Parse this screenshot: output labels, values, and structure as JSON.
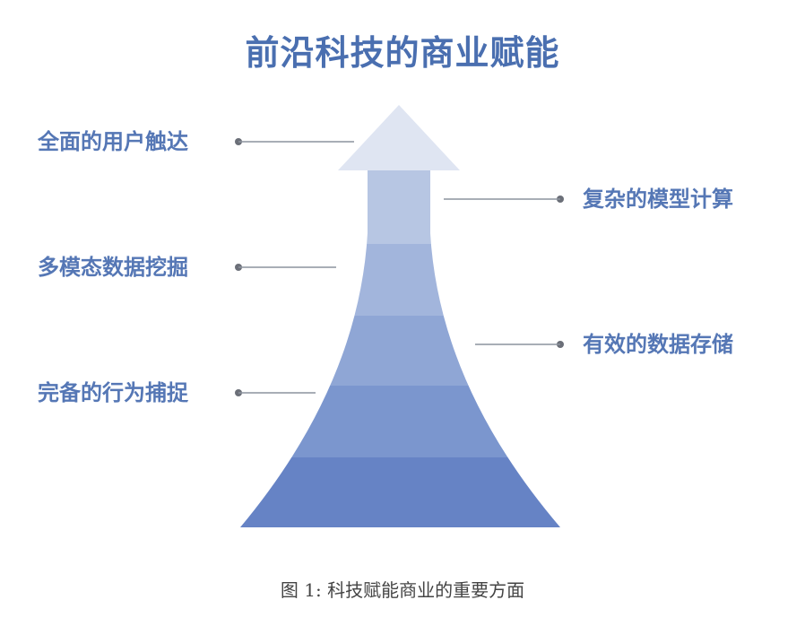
{
  "diagram": {
    "title": "前沿科技的商业赋能",
    "left_labels": [
      "全面的用户触达",
      "多模态数据挖掘",
      "完备的行为捕捉"
    ],
    "right_labels": [
      "复杂的模型计算",
      "有效的数据存储"
    ],
    "caption": "图 1: 科技赋能商业的重要方面",
    "colors": {
      "title": "#4a6fb0",
      "label": "#5577b5",
      "bands_top_to_bottom": [
        "#dfe5f2",
        "#b7c6e3",
        "#a2b5dc",
        "#8fa6d5",
        "#7b96ce",
        "#6683c5"
      ]
    }
  }
}
